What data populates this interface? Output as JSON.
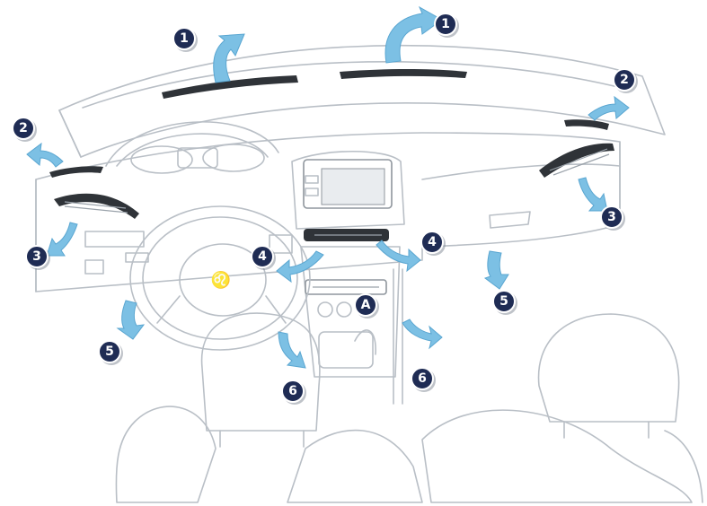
{
  "callouts": [
    {
      "label": "1"
    },
    {
      "label": "1"
    },
    {
      "label": "2"
    },
    {
      "label": "2"
    },
    {
      "label": "3"
    },
    {
      "label": "3"
    },
    {
      "label": "4"
    },
    {
      "label": "4"
    },
    {
      "label": "A"
    },
    {
      "label": "5"
    },
    {
      "label": "5"
    },
    {
      "label": "6"
    },
    {
      "label": "6"
    }
  ],
  "colors": {
    "airflow_arrow": "#7cc0e4",
    "callout_badge": "#1f2c54",
    "line_art": "#b9bfc6",
    "vent": "#2f3338"
  },
  "icons": [
    "airflow-arrow-icon",
    "peugeot-lion-logo-icon"
  ]
}
